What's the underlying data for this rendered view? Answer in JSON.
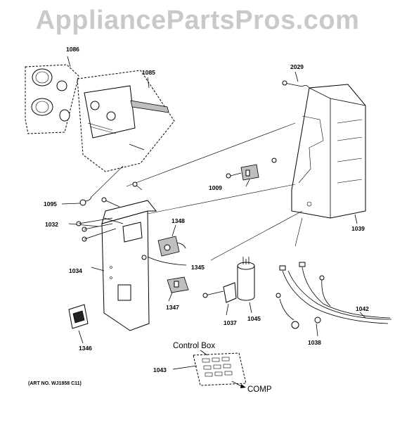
{
  "watermark": "AppliancePartsPros.com",
  "art_number": "(ART NO. WJ1858 C11)",
  "labels": {
    "control_box": "Control Box",
    "comp": "COMP"
  },
  "part_numbers": {
    "p1086": "1086",
    "p1085": "1085",
    "p2029": "2029",
    "p1009": "1009",
    "p1095": "1095",
    "p1032": "1032",
    "p1348": "1348",
    "p1039": "1039",
    "p1034": "1034",
    "p1345": "1345",
    "p1347": "1347",
    "p1037": "1037",
    "p1045": "1045",
    "p1042": "1042",
    "p1038": "1038",
    "p1346": "1346",
    "p1043": "1043"
  }
}
